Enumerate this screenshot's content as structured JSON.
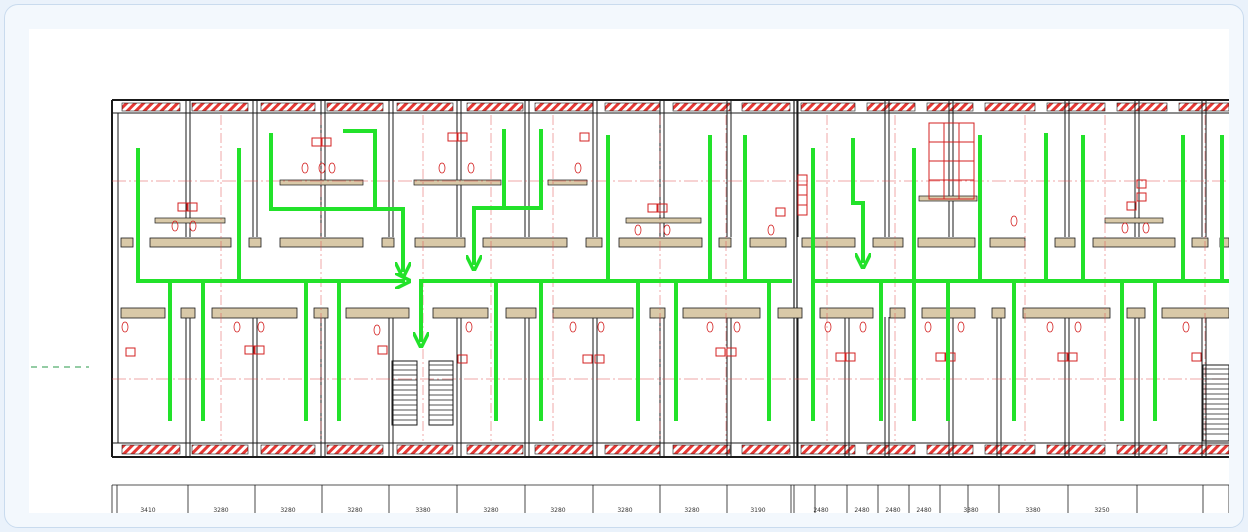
{
  "drawing": {
    "colors": {
      "wall": "#1a1a1a",
      "partition_fill": "#d9c9a8",
      "hatch": "#e53935",
      "fixture": "#d32020",
      "axis_line": "#e05050",
      "evacuation_route": "#22e22a",
      "guide_line": "#2a9a4a"
    },
    "dimensions": [
      "3410",
      "3280",
      "3280",
      "3280",
      "3380",
      "3280",
      "3280",
      "3280",
      "3280",
      "3190",
      "2480",
      "2480",
      "2480",
      "2480",
      "3380",
      "3380",
      "3250"
    ]
  }
}
